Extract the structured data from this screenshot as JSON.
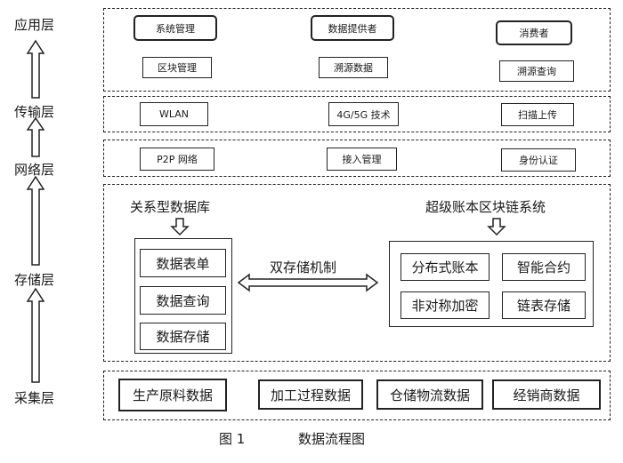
{
  "layers": {
    "app": "应用层",
    "transport": "传输层",
    "network": "网络层",
    "storage": "存储层",
    "collect": "采集层"
  },
  "app_layer": {
    "system_mgmt": "系统管理",
    "block_mgmt": "区块管理",
    "data_provider": "数据提供者",
    "trace_data": "溯源数据",
    "consumer": "消费者",
    "trace_query": "溯源查询"
  },
  "transport_layer": {
    "wlan": "WLAN",
    "tech_4g5g": "4G/5G 技术",
    "scan_upload": "扫描上传"
  },
  "network_layer": {
    "p2p": "P2P 网络",
    "access_mgmt": "接入管理",
    "identity_auth": "身份认证"
  },
  "storage_layer": {
    "relational_db": "关系型数据库",
    "data_form": "数据表单",
    "data_query": "数据查询",
    "data_storage": "数据存储",
    "dual_storage": "双存储机制",
    "super_ledger": "超级账本区块链系统",
    "distributed_ledger": "分布式账本",
    "smart_contract": "智能合约",
    "asymmetric_encryption": "非对称加密",
    "chain_storage": "链表存储"
  },
  "collect_layer": {
    "raw_material": "生产原料数据",
    "processing": "加工过程数据",
    "logistics": "仓储物流数据",
    "distributor": "经销商数据"
  },
  "caption": {
    "figure": "图 1",
    "title": "数据流程图"
  }
}
